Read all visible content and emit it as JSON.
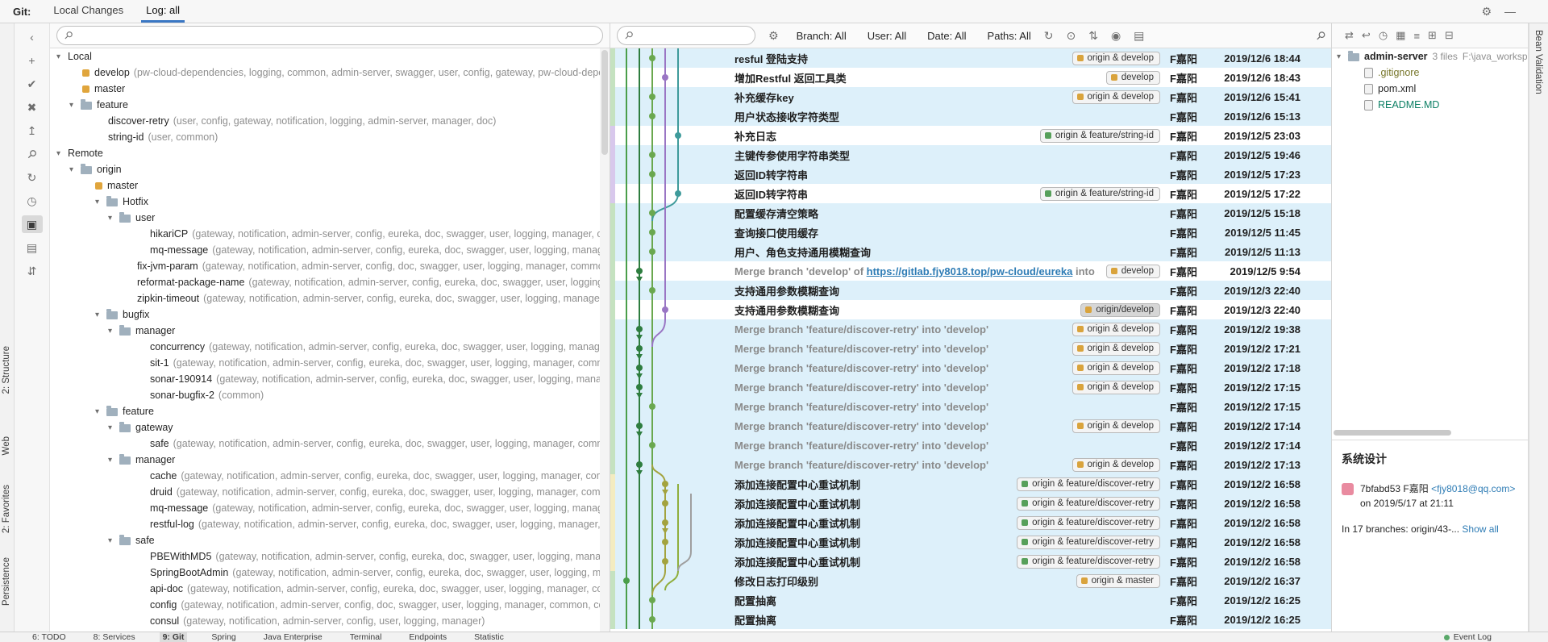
{
  "colors": {
    "accent": "#3a77c4",
    "selection_row": "#ddf0fa",
    "label_yellow": "#d9a33c",
    "label_green": "#57a05a"
  },
  "header": {
    "title": "Git:",
    "tabs": [
      {
        "label": "Local Changes",
        "active": false
      },
      {
        "label": "Log: all",
        "active": true
      }
    ],
    "window_icons": [
      {
        "name": "settings-icon",
        "glyph": "⚙"
      },
      {
        "name": "hide-icon",
        "glyph": "—"
      }
    ]
  },
  "left_stripe": {
    "items": [
      {
        "label": "2: Structure",
        "cls": "ls0"
      },
      {
        "label": "Web",
        "cls": "ls1"
      },
      {
        "label": "2: Favorites",
        "cls": "ls2"
      },
      {
        "label": "Persistence",
        "cls": "ls3"
      }
    ]
  },
  "git_toolbar": {
    "icons": [
      {
        "name": "collapse-icon",
        "glyph": "‹"
      },
      {
        "name": "add-icon",
        "glyph": "+"
      },
      {
        "name": "commit-check-icon",
        "glyph": "✔",
        "cls": "blue"
      },
      {
        "name": "delete-icon",
        "glyph": "✖"
      },
      {
        "name": "jump-to-source-icon",
        "glyph": "↥"
      },
      {
        "name": "find-icon",
        "glyph": "⚲",
        "cls": "rot45"
      },
      {
        "name": "refresh-icon",
        "glyph": "↻"
      },
      {
        "name": "history-icon",
        "glyph": "◷"
      },
      {
        "name": "preview-details-icon",
        "glyph": "▣",
        "cls": "active"
      },
      {
        "name": "filter-icon",
        "glyph": "▤"
      },
      {
        "name": "scroll-to-icon",
        "glyph": "⇵"
      }
    ]
  },
  "branch_panel": {
    "search_placeholder": "",
    "tree": [
      {
        "d": "d0",
        "chev": true,
        "name": "Local"
      },
      {
        "d": "d2",
        "branch": true,
        "name": "develop",
        "suffix": "(pw-cloud-dependencies, logging, common, admin-server, swagger, user, config, gateway, pw-cloud-dependencies, doc)"
      },
      {
        "d": "d2",
        "branch": true,
        "name": "master"
      },
      {
        "d": "d1",
        "chev": true,
        "folder": true,
        "name": "feature"
      },
      {
        "d": "d4",
        "name": "discover-retry",
        "suffix": "(user, config, gateway, notification, logging, admin-server, manager, doc)"
      },
      {
        "d": "d4",
        "name": "string-id",
        "suffix": "(user, common)"
      },
      {
        "d": "d0",
        "chev": true,
        "name": "Remote"
      },
      {
        "d": "d1",
        "chev": true,
        "folder": true,
        "name": "origin"
      },
      {
        "d": "d3",
        "branch": true,
        "name": "master"
      },
      {
        "d": "d3",
        "chev": true,
        "folder": true,
        "name": "Hotfix"
      },
      {
        "d": "d4",
        "chev": true,
        "folder": true,
        "name": "user"
      },
      {
        "d": "d6",
        "name": "hikariCP",
        "suffix": "(gateway, notification, admin-server, config, eureka, doc, swagger, user, logging, manager, common, consul)"
      },
      {
        "d": "d6",
        "name": "mq-message",
        "suffix": "(gateway, notification, admin-server, config, eureka, doc, swagger, user, logging, manager, common)"
      },
      {
        "d": "d5",
        "name": "fix-jvm-param",
        "suffix": "(gateway, notification, admin-server, config, doc, swagger, user, logging, manager, common, consul)"
      },
      {
        "d": "d5",
        "name": "reformat-package-name",
        "suffix": "(gateway, notification, admin-server, config, eureka, doc, swagger, user, logging, manager)"
      },
      {
        "d": "d5",
        "name": "zipkin-timeout",
        "suffix": "(gateway, notification, admin-server, config, eureka, doc, swagger, user, logging, manager, common)"
      },
      {
        "d": "d3",
        "chev": true,
        "folder": true,
        "name": "bugfix"
      },
      {
        "d": "d4",
        "chev": true,
        "folder": true,
        "name": "manager"
      },
      {
        "d": "d6",
        "name": "concurrency",
        "suffix": "(gateway, notification, admin-server, config, eureka, doc, swagger, user, logging, manager, common)"
      },
      {
        "d": "d6",
        "name": "sit-1",
        "suffix": "(gateway, notification, admin-server, config, eureka, doc, swagger, user, logging, manager, common, consul)"
      },
      {
        "d": "d6",
        "name": "sonar-190914",
        "suffix": "(gateway, notification, admin-server, config, eureka, doc, swagger, user, logging, manager, common)"
      },
      {
        "d": "d6",
        "name": "sonar-bugfix-2",
        "suffix": "(common)"
      },
      {
        "d": "d3",
        "chev": true,
        "folder": true,
        "name": "feature"
      },
      {
        "d": "d4",
        "chev": true,
        "folder": true,
        "name": "gateway"
      },
      {
        "d": "d6",
        "name": "safe",
        "suffix": "(gateway, notification, admin-server, config, eureka, doc, swagger, user, logging, manager, common, consul)"
      },
      {
        "d": "d4",
        "chev": true,
        "folder": true,
        "name": "manager"
      },
      {
        "d": "d6",
        "name": "cache",
        "suffix": "(gateway, notification, admin-server, config, eureka, doc, swagger, user, logging, manager, common, consul)"
      },
      {
        "d": "d6",
        "name": "druid",
        "suffix": "(gateway, notification, admin-server, config, eureka, doc, swagger, user, logging, manager, common, consul)"
      },
      {
        "d": "d6",
        "name": "mq-message",
        "suffix": "(gateway, notification, admin-server, config, eureka, doc, swagger, user, logging, manager, common)"
      },
      {
        "d": "d6",
        "name": "restful-log",
        "suffix": "(gateway, notification, admin-server, config, eureka, doc, swagger, user, logging, manager, common)"
      },
      {
        "d": "d4",
        "chev": true,
        "folder": true,
        "name": "safe"
      },
      {
        "d": "d6",
        "name": "PBEWithMD5",
        "suffix": "(gateway, notification, admin-server, config, eureka, doc, swagger, user, logging, manager, common)"
      },
      {
        "d": "d6",
        "name": "SpringBootAdmin",
        "suffix": "(gateway, notification, admin-server, config, eureka, doc, swagger, user, logging, manager, common)"
      },
      {
        "d": "d6",
        "name": "api-doc",
        "suffix": "(gateway, notification, admin-server, config, eureka, doc, swagger, user, logging, manager, common, consul)"
      },
      {
        "d": "d6",
        "name": "config",
        "suffix": "(gateway, notification, admin-server, config, doc, swagger, user, logging, manager, common, consul)"
      },
      {
        "d": "d6",
        "name": "consul",
        "suffix": "(gateway, notification, admin-server, config, user, logging, manager)"
      }
    ]
  },
  "log_panel": {
    "search_placeholder": "",
    "gear_icons": [
      {
        "name": "filter-settings-icon",
        "glyph": "⚙"
      }
    ],
    "filters": [
      {
        "label": "Branch: All"
      },
      {
        "label": "User: All"
      },
      {
        "label": "Date: All"
      },
      {
        "label": "Paths: All"
      }
    ],
    "icons": [
      {
        "name": "refresh-icon",
        "glyph": "↻"
      },
      {
        "name": "cherry-pick-icon",
        "glyph": "⊙"
      },
      {
        "name": "sort-icon",
        "glyph": "⇅"
      },
      {
        "name": "details-view-icon",
        "glyph": "◉"
      },
      {
        "name": "presentation-icon",
        "glyph": "▤"
      }
    ],
    "right_icons": [
      {
        "name": "find-icon",
        "glyph": "⚲",
        "cls": "rot45 ml"
      }
    ],
    "commits": [
      {
        "pre": "resful 登陆支持",
        "label": "origin & develop",
        "lc": "ly",
        "hl": "hl",
        "root": "rg",
        "author": "F嘉阳",
        "date": "2019/12/6 18:44"
      },
      {
        "pre": "增加Restful 返回工具类",
        "label": "develop",
        "lc": "ly",
        "root": "rg",
        "author": "F嘉阳",
        "date": "2019/12/6 18:43"
      },
      {
        "pre": "补充缓存key",
        "label": "origin & develop",
        "lc": "ly",
        "hl": "hl",
        "root": "rg",
        "author": "F嘉阳",
        "date": "2019/12/6 15:41"
      },
      {
        "pre": "用户状态接收字符类型",
        "hl": "hl",
        "root": "rg",
        "author": "F嘉阳",
        "date": "2019/12/6 15:13"
      },
      {
        "pre": "补充日志",
        "label": "origin & feature/string-id",
        "lc": "lg",
        "root": "rp",
        "author": "F嘉阳",
        "date": "2019/12/5 23:03"
      },
      {
        "pre": "主键传参使用字符串类型",
        "hl": "hl",
        "root": "rp",
        "author": "F嘉阳",
        "date": "2019/12/5 19:46"
      },
      {
        "pre": "返回ID转字符串",
        "hl": "hl",
        "root": "rp",
        "author": "F嘉阳",
        "date": "2019/12/5 17:23"
      },
      {
        "pre": "返回ID转字符串",
        "label": "origin & feature/string-id",
        "lc": "lg",
        "root": "rp",
        "author": "F嘉阳",
        "date": "2019/12/5 17:22"
      },
      {
        "pre": "配置缓存清空策略",
        "hl": "hl",
        "root": "rg",
        "author": "F嘉阳",
        "date": "2019/12/5 15:18"
      },
      {
        "pre": "查询接口使用缓存",
        "hl": "hl",
        "root": "rg",
        "author": "F嘉阳",
        "date": "2019/12/5 11:45"
      },
      {
        "pre": "用户、角色支持通用模糊查询",
        "hl": "hl",
        "root": "rg",
        "author": "F嘉阳",
        "date": "2019/12/5 11:13"
      },
      {
        "pre": "Merge branch 'develop' of ",
        "link": "https://gitlab.fjy8018.top/pw-cloud/eureka",
        "post": " into develop",
        "label": "develop",
        "lc": "ly",
        "mut": "mut",
        "root": "rg",
        "author": "F嘉阳",
        "date": "2019/12/5 9:54"
      },
      {
        "pre": "支持通用参数模糊查询",
        "hl": "hl",
        "root": "rg",
        "author": "F嘉阳",
        "date": "2019/12/3 22:40"
      },
      {
        "pre": "支持通用参数模糊查询",
        "label": "origin/develop",
        "lc": "ld",
        "root": "rg",
        "author": "F嘉阳",
        "date": "2019/12/3 22:40"
      },
      {
        "pre": "Merge branch 'feature/discover-retry' into 'develop'",
        "label": "origin & develop",
        "lc": "ly",
        "hl": "hl",
        "mut": "mut",
        "root": "rg",
        "author": "F嘉阳",
        "date": "2019/12/2 19:38"
      },
      {
        "pre": "Merge branch 'feature/discover-retry' into 'develop'",
        "label": "origin & develop",
        "lc": "ly",
        "hl": "hl",
        "mut": "mut",
        "root": "rg",
        "author": "F嘉阳",
        "date": "2019/12/2 17:21"
      },
      {
        "pre": "Merge branch 'feature/discover-retry' into 'develop'",
        "label": "origin & develop",
        "lc": "ly",
        "hl": "hl",
        "mut": "mut",
        "root": "rg",
        "author": "F嘉阳",
        "date": "2019/12/2 17:18"
      },
      {
        "pre": "Merge branch 'feature/discover-retry' into 'develop'",
        "label": "origin & develop",
        "lc": "ly",
        "hl": "hl",
        "mut": "mut",
        "root": "rg",
        "author": "F嘉阳",
        "date": "2019/12/2 17:15"
      },
      {
        "pre": "Merge branch 'feature/discover-retry' into 'develop'",
        "hl": "hl",
        "mut": "mut",
        "root": "rg",
        "author": "F嘉阳",
        "date": "2019/12/2 17:15"
      },
      {
        "pre": "Merge branch 'feature/discover-retry' into 'develop'",
        "label": "origin & develop",
        "lc": "ly",
        "hl": "hl",
        "mut": "mut",
        "root": "rg",
        "author": "F嘉阳",
        "date": "2019/12/2 17:14"
      },
      {
        "pre": "Merge branch 'feature/discover-retry' into 'develop'",
        "hl": "hl",
        "mut": "mut",
        "root": "rg",
        "author": "F嘉阳",
        "date": "2019/12/2 17:14"
      },
      {
        "pre": "Merge branch 'feature/discover-retry' into 'develop'",
        "label": "origin & develop",
        "lc": "ly",
        "hl": "hl",
        "mut": "mut",
        "root": "rg",
        "author": "F嘉阳",
        "date": "2019/12/2 17:13"
      },
      {
        "pre": "添加连接配置中心重试机制",
        "label": "origin & feature/discover-retry",
        "lc": "lg",
        "hl": "hl",
        "root": "ry",
        "author": "F嘉阳",
        "date": "2019/12/2 16:58"
      },
      {
        "pre": "添加连接配置中心重试机制",
        "label": "origin & feature/discover-retry",
        "lc": "lg",
        "hl": "hl",
        "root": "ry",
        "author": "F嘉阳",
        "date": "2019/12/2 16:58"
      },
      {
        "pre": "添加连接配置中心重试机制",
        "label": "origin & feature/discover-retry",
        "lc": "lg",
        "hl": "hl",
        "root": "ry",
        "author": "F嘉阳",
        "date": "2019/12/2 16:58"
      },
      {
        "pre": "添加连接配置中心重试机制",
        "label": "origin & feature/discover-retry",
        "lc": "lg",
        "hl": "hl",
        "root": "ry",
        "author": "F嘉阳",
        "date": "2019/12/2 16:58"
      },
      {
        "pre": "添加连接配置中心重试机制",
        "label": "origin & feature/discover-retry",
        "lc": "lg",
        "hl": "hl",
        "root": "ry",
        "author": "F嘉阳",
        "date": "2019/12/2 16:58"
      },
      {
        "pre": "修改日志打印级别",
        "label": "origin & master",
        "lc": "ly",
        "hl": "hl",
        "root": "rg",
        "author": "F嘉阳",
        "date": "2019/12/2 16:37"
      },
      {
        "pre": "配置抽离",
        "hl": "hl",
        "root": "rg",
        "author": "F嘉阳",
        "date": "2019/12/2 16:25"
      },
      {
        "pre": "配置抽离",
        "hl": "hl",
        "root": "rg",
        "author": "F嘉阳",
        "date": "2019/12/2 16:25"
      }
    ]
  },
  "details_panel": {
    "icons": [
      {
        "name": "navigate-icon",
        "glyph": "⇄"
      },
      {
        "name": "rollback-icon",
        "glyph": "↩"
      },
      {
        "name": "history-icon",
        "glyph": "◷"
      },
      {
        "name": "group-by-icon",
        "glyph": "▦"
      },
      {
        "name": "flatten-packages-icon",
        "glyph": "≡"
      },
      {
        "name": "expand-all-icon",
        "glyph": "⊞",
        "cls": "ml"
      },
      {
        "name": "collapse-all-icon",
        "glyph": "⊟"
      }
    ],
    "root": {
      "name": "admin-server",
      "files_count": "3 files",
      "path": "F:\\java_worksp..."
    },
    "files": [
      {
        "name": ".gitignore",
        "cls": "f-ignored"
      },
      {
        "name": "pom.xml",
        "cls": "f-plain"
      },
      {
        "name": "README.MD",
        "cls": "f-added"
      }
    ],
    "commit": {
      "title": "系统设计",
      "hash": "7bfabd53",
      "author": "F嘉阳",
      "email": "<fjy8018@qq.com>",
      "when": " on 2019/5/17 at 21:11",
      "branches": "In 17 branches: origin/43-... ",
      "show_all": "Show all"
    }
  },
  "right_stripe": {
    "label": "Bean Validation"
  },
  "status_bar": {
    "items": [
      {
        "label": "6: TODO"
      },
      {
        "label": "8: Services"
      },
      {
        "label": "9: Git",
        "cls": "active"
      },
      {
        "label": "Spring"
      },
      {
        "label": "Java Enterprise"
      },
      {
        "label": "Terminal"
      },
      {
        "label": "Endpoints"
      },
      {
        "label": "Statistic"
      }
    ],
    "event_log": "Event Log"
  }
}
